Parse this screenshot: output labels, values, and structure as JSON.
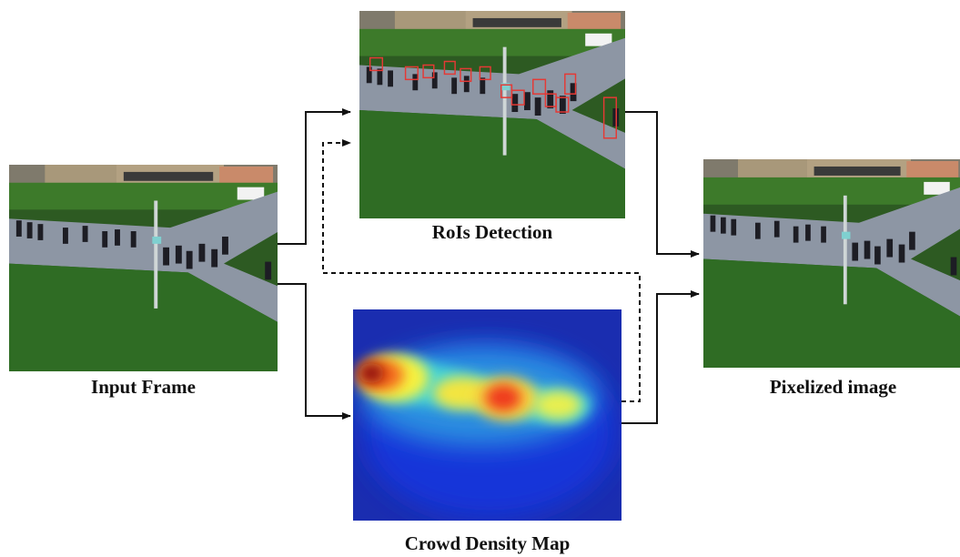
{
  "diagram": {
    "nodes": {
      "input": {
        "caption": "Input Frame",
        "content": "campus-crowd-photo"
      },
      "rois": {
        "caption": "RoIs Detection",
        "content": "campus-crowd-photo-with-red-bounding-boxes"
      },
      "density": {
        "caption": "Crowd Density Map",
        "content": "density-heatmap"
      },
      "output": {
        "caption": "Pixelized image",
        "content": "campus-crowd-photo"
      }
    },
    "edges": [
      {
        "from": "input",
        "to": "rois",
        "style": "solid"
      },
      {
        "from": "input",
        "to": "density",
        "style": "solid"
      },
      {
        "from": "density",
        "to": "rois",
        "style": "dashed"
      },
      {
        "from": "rois",
        "to": "output",
        "style": "solid"
      },
      {
        "from": "density",
        "to": "output",
        "style": "solid"
      }
    ],
    "colors": {
      "box": "#e53935",
      "grass": "#2e6b23",
      "path": "#8f97a3",
      "heat_bg": "#1a2db0"
    }
  }
}
